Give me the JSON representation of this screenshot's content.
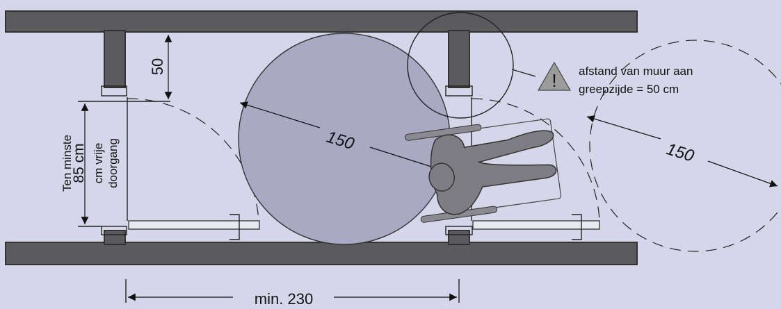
{
  "colors": {
    "background": "#d6d6ea",
    "wall": "#5b5b5f",
    "turning_circle": "#a9a9c4",
    "warning": "#9c9c9c"
  },
  "labels": {
    "handle_clearance": "50",
    "door_width_line1": "Ten minste",
    "door_width_line2": "85 cm",
    "door_width_line3": "cm vrije",
    "door_width_line4": "doorgang",
    "turning_diameter_left": "150",
    "turning_diameter_right": "150",
    "warning_symbol": "!",
    "warning_line1": "afstand van muur aan",
    "warning_line2": "greepzijde = 50 cm",
    "min_length": "min. 230"
  }
}
